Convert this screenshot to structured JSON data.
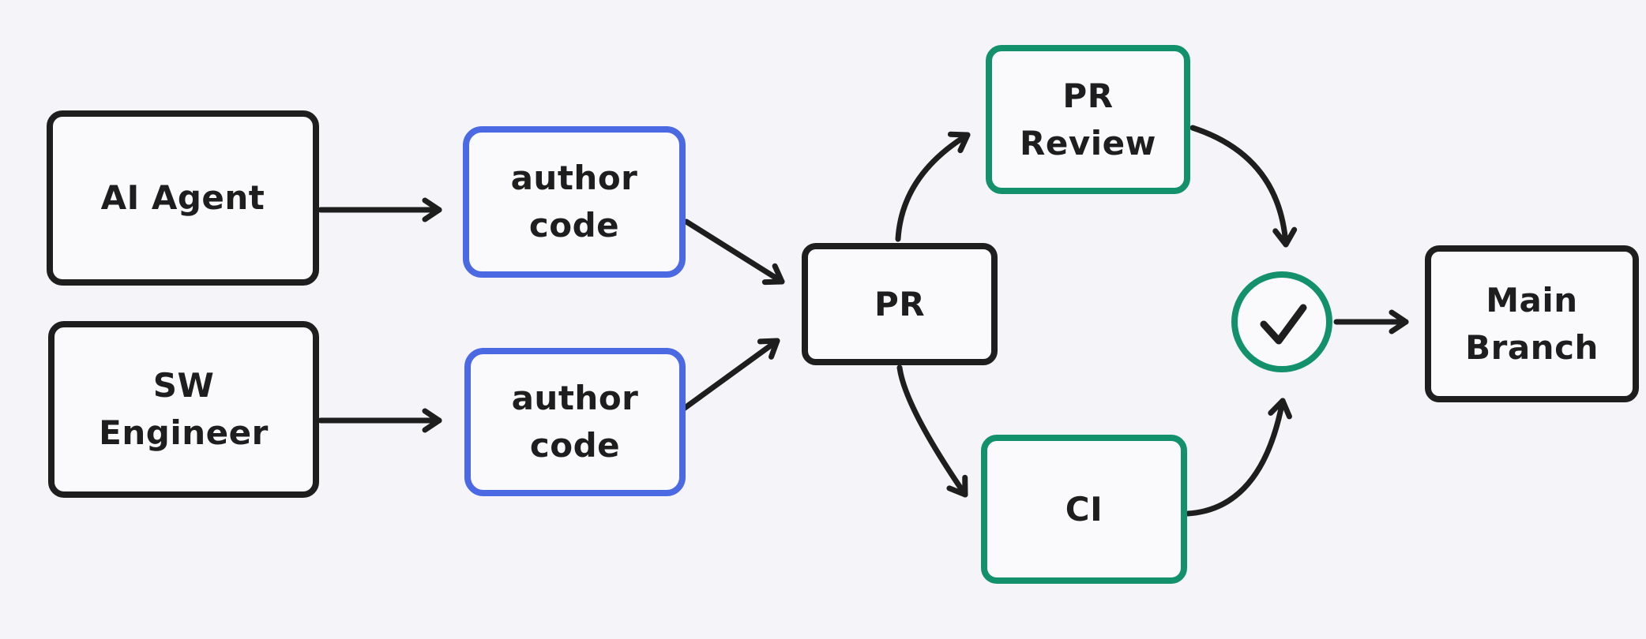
{
  "diagram": {
    "kind": "flowchart",
    "colors": {
      "background": "#f5f5f9",
      "node_fill": "#fafafd",
      "ink": "#1e1e1e",
      "blue": "#4a69e2",
      "green": "#12916c"
    },
    "nodes": {
      "ai_agent": {
        "label": "AI Agent",
        "border": "#1e1e1e"
      },
      "sw_engineer": {
        "label": "SW\nEngineer",
        "border": "#1e1e1e"
      },
      "author_code_1": {
        "label": "author\ncode",
        "border": "#4a69e2"
      },
      "author_code_2": {
        "label": "author\ncode",
        "border": "#4a69e2"
      },
      "pr": {
        "label": "PR",
        "border": "#1e1e1e"
      },
      "pr_review": {
        "label": "PR\nReview",
        "border": "#12916c"
      },
      "ci": {
        "label": "CI",
        "border": "#12916c"
      },
      "checks_passed": {
        "icon": "checkmark-icon",
        "border": "#12916c"
      },
      "main_branch": {
        "label": "Main\nBranch",
        "border": "#1e1e1e"
      }
    },
    "edges": [
      {
        "from": "ai_agent",
        "to": "author_code_1"
      },
      {
        "from": "sw_engineer",
        "to": "author_code_2"
      },
      {
        "from": "author_code_1",
        "to": "pr"
      },
      {
        "from": "author_code_2",
        "to": "pr"
      },
      {
        "from": "pr",
        "to": "pr_review"
      },
      {
        "from": "pr",
        "to": "ci"
      },
      {
        "from": "pr_review",
        "to": "checks_passed"
      },
      {
        "from": "ci",
        "to": "checks_passed"
      },
      {
        "from": "checks_passed",
        "to": "main_branch"
      }
    ]
  }
}
